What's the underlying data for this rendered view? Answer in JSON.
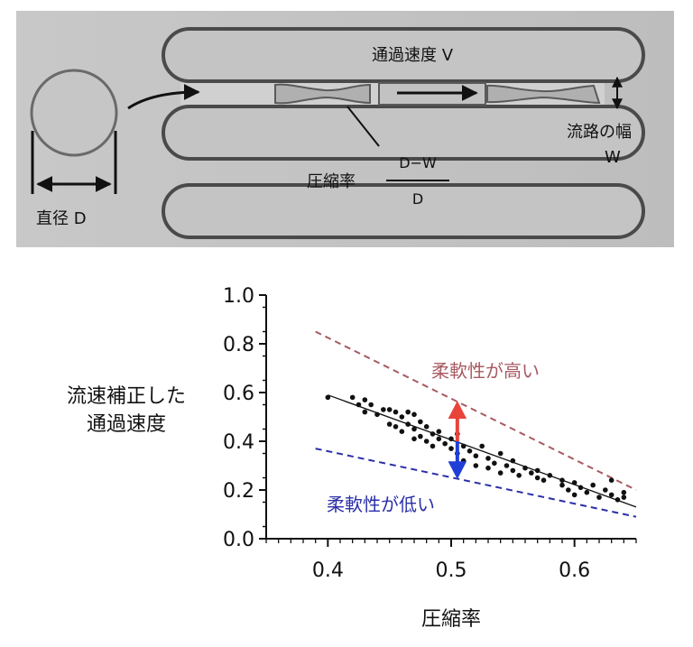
{
  "micrograph": {
    "labels": {
      "velocity": "通過速度 V",
      "channel_width": "流路の幅",
      "channel_width_symbol": "W",
      "compression": "圧縮率",
      "numerator": "D−W",
      "denominator": "D",
      "diameter": "直径 D"
    }
  },
  "chart_data": {
    "type": "scatter",
    "title": "",
    "xlabel": "圧縮率",
    "ylabel_lines": [
      "流速補正した",
      "通過速度"
    ],
    "xlim": [
      0.35,
      0.65
    ],
    "ylim": [
      0.0,
      1.0
    ],
    "x_ticks": [
      "0.4",
      "0.5",
      "0.6"
    ],
    "y_ticks": [
      "0.0",
      "0.2",
      "0.4",
      "0.6",
      "0.8",
      "1.0"
    ],
    "grid": false,
    "points": [
      [
        0.4,
        0.58
      ],
      [
        0.42,
        0.58
      ],
      [
        0.425,
        0.55
      ],
      [
        0.43,
        0.57
      ],
      [
        0.43,
        0.52
      ],
      [
        0.435,
        0.55
      ],
      [
        0.44,
        0.51
      ],
      [
        0.445,
        0.53
      ],
      [
        0.45,
        0.53
      ],
      [
        0.45,
        0.47
      ],
      [
        0.455,
        0.52
      ],
      [
        0.455,
        0.46
      ],
      [
        0.46,
        0.5
      ],
      [
        0.46,
        0.44
      ],
      [
        0.465,
        0.52
      ],
      [
        0.465,
        0.47
      ],
      [
        0.47,
        0.45
      ],
      [
        0.47,
        0.41
      ],
      [
        0.47,
        0.51
      ],
      [
        0.475,
        0.48
      ],
      [
        0.475,
        0.42
      ],
      [
        0.48,
        0.4
      ],
      [
        0.48,
        0.46
      ],
      [
        0.485,
        0.43
      ],
      [
        0.485,
        0.38
      ],
      [
        0.49,
        0.41
      ],
      [
        0.49,
        0.44
      ],
      [
        0.495,
        0.39
      ],
      [
        0.5,
        0.37
      ],
      [
        0.5,
        0.41
      ],
      [
        0.505,
        0.35
      ],
      [
        0.505,
        0.43
      ],
      [
        0.51,
        0.38
      ],
      [
        0.51,
        0.32
      ],
      [
        0.515,
        0.36
      ],
      [
        0.52,
        0.34
      ],
      [
        0.52,
        0.3
      ],
      [
        0.525,
        0.38
      ],
      [
        0.53,
        0.33
      ],
      [
        0.53,
        0.29
      ],
      [
        0.535,
        0.31
      ],
      [
        0.54,
        0.27
      ],
      [
        0.54,
        0.35
      ],
      [
        0.545,
        0.3
      ],
      [
        0.55,
        0.28
      ],
      [
        0.55,
        0.32
      ],
      [
        0.555,
        0.26
      ],
      [
        0.56,
        0.29
      ],
      [
        0.565,
        0.27
      ],
      [
        0.57,
        0.25
      ],
      [
        0.57,
        0.28
      ],
      [
        0.575,
        0.24
      ],
      [
        0.58,
        0.26
      ],
      [
        0.59,
        0.22
      ],
      [
        0.59,
        0.24
      ],
      [
        0.595,
        0.2
      ],
      [
        0.6,
        0.23
      ],
      [
        0.6,
        0.18
      ],
      [
        0.605,
        0.21
      ],
      [
        0.61,
        0.19
      ],
      [
        0.615,
        0.22
      ],
      [
        0.62,
        0.17
      ],
      [
        0.625,
        0.2
      ],
      [
        0.63,
        0.18
      ],
      [
        0.63,
        0.24
      ],
      [
        0.635,
        0.16
      ],
      [
        0.64,
        0.17
      ],
      [
        0.64,
        0.19
      ]
    ],
    "fit_line": {
      "x": [
        0.4,
        0.65
      ],
      "y": [
        0.59,
        0.13
      ]
    },
    "upper_bound": {
      "label": "柔軟性が高い",
      "color": "#a85a62",
      "x": [
        0.39,
        0.65
      ],
      "y": [
        0.85,
        0.2
      ]
    },
    "lower_bound": {
      "label": "柔軟性が低い",
      "color": "#2b2fa8",
      "x": [
        0.39,
        0.65
      ],
      "y": [
        0.37,
        0.09
      ]
    },
    "arrow_up_color": "#e8443a",
    "arrow_down_color": "#1f3fd6"
  }
}
